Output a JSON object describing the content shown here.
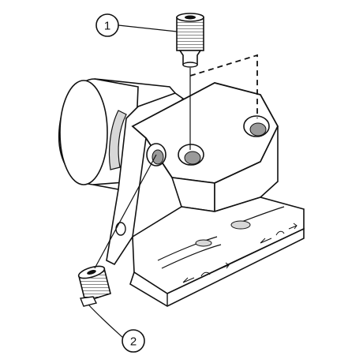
{
  "callouts": [
    {
      "label": "1",
      "part": "clamping-screw"
    },
    {
      "label": "2",
      "part": "coolant-plug"
    }
  ],
  "colors": {
    "line": "#111111",
    "body_fill": "#ffffff",
    "shade": "#d7d7d7",
    "dark_shade": "#9a9a9a"
  }
}
